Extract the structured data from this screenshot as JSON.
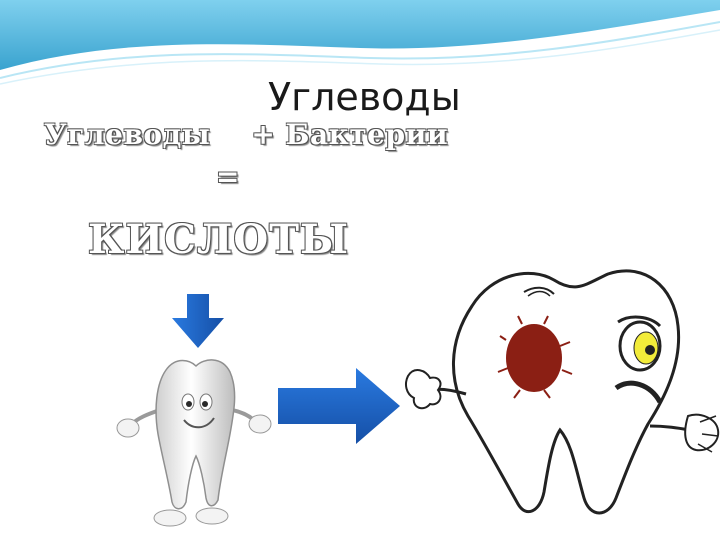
{
  "slide": {
    "title": "Углеводы",
    "formula": {
      "term1": "Углеводы",
      "operator": "+",
      "term2": "Бактерии",
      "equals": "=",
      "result": "КИСЛОТЫ"
    }
  },
  "colors": {
    "header_wave": "#4fb3d9",
    "arrow_blue": "#1f66c9",
    "stain": "#8b1f14",
    "eye_iris": "#f2ec3a"
  },
  "icons": [
    "down-arrow-icon",
    "right-arrow-icon",
    "healthy-tooth-icon",
    "decayed-tooth-icon"
  ]
}
